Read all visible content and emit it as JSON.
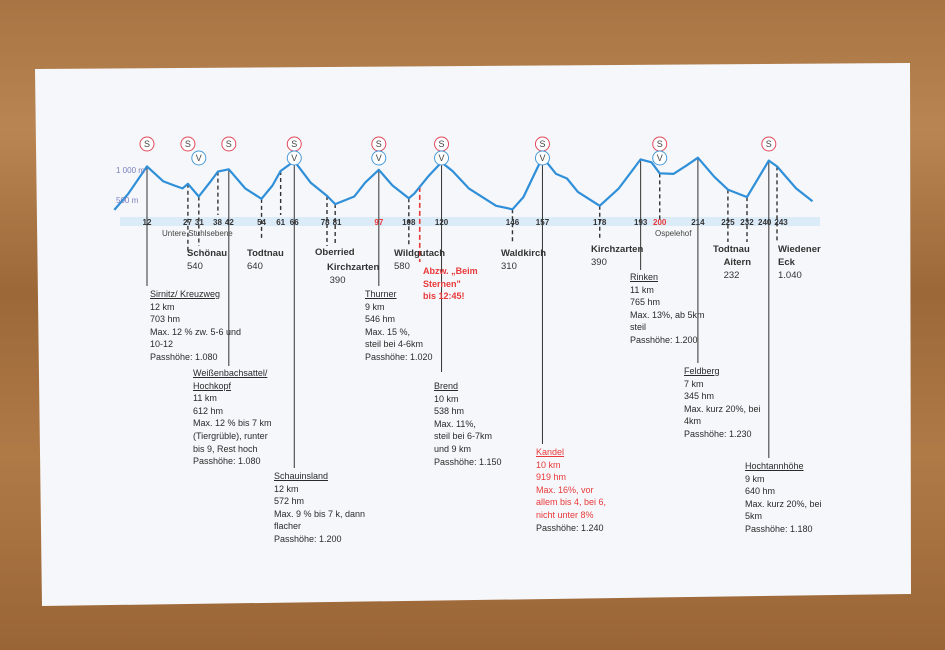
{
  "chart_data": {
    "type": "line",
    "title": "",
    "xlabel": "km",
    "ylabel": "m",
    "y_ticks": [
      {
        "value": 1000,
        "label": "1 000 m"
      },
      {
        "value": 500,
        "label": "500 m"
      }
    ],
    "grid": false,
    "line_color": "#2f8fd8",
    "profile": [
      [
        0,
        330
      ],
      [
        5,
        600
      ],
      [
        12,
        1080
      ],
      [
        18,
        820
      ],
      [
        22,
        750
      ],
      [
        25,
        700
      ],
      [
        27,
        780
      ],
      [
        31,
        560
      ],
      [
        35,
        800
      ],
      [
        38,
        990
      ],
      [
        42,
        1030
      ],
      [
        48,
        700
      ],
      [
        54,
        520
      ],
      [
        58,
        750
      ],
      [
        61,
        1000
      ],
      [
        66,
        1170
      ],
      [
        72,
        800
      ],
      [
        78,
        570
      ],
      [
        81,
        430
      ],
      [
        88,
        560
      ],
      [
        92,
        800
      ],
      [
        97,
        1020
      ],
      [
        102,
        750
      ],
      [
        108,
        530
      ],
      [
        110,
        610
      ],
      [
        115,
        900
      ],
      [
        120,
        1150
      ],
      [
        124,
        1000
      ],
      [
        130,
        700
      ],
      [
        140,
        400
      ],
      [
        146,
        340
      ],
      [
        150,
        550
      ],
      [
        157,
        1240
      ],
      [
        162,
        950
      ],
      [
        166,
        870
      ],
      [
        170,
        640
      ],
      [
        178,
        400
      ],
      [
        185,
        700
      ],
      [
        193,
        1200
      ],
      [
        197,
        1150
      ],
      [
        200,
        960
      ],
      [
        205,
        950
      ],
      [
        210,
        1100
      ],
      [
        214,
        1230
      ],
      [
        220,
        900
      ],
      [
        225,
        680
      ],
      [
        232,
        550
      ],
      [
        240,
        1180
      ],
      [
        243,
        1080
      ],
      [
        250,
        700
      ],
      [
        256,
        480
      ]
    ],
    "km_markers": [
      {
        "km": 12,
        "label": "12",
        "line": "solid"
      },
      {
        "km": 27,
        "label": "27",
        "line": "dashed"
      },
      {
        "km": 31,
        "label": "31",
        "line": "dashed"
      },
      {
        "km": 38,
        "label": "38",
        "line": "dashed"
      },
      {
        "km": 42,
        "label": "42",
        "line": "solid"
      },
      {
        "km": 54,
        "label": "54",
        "line": "dashed"
      },
      {
        "km": 61,
        "label": "61",
        "line": "dashed"
      },
      {
        "km": 66,
        "label": "66",
        "line": "solid"
      },
      {
        "km": 78,
        "label": "78",
        "line": "dashed"
      },
      {
        "km": 81,
        "label": "81",
        "line": "dashed"
      },
      {
        "km": 97,
        "label": "97",
        "line": "solid",
        "red": true
      },
      {
        "km": 108,
        "label": "108",
        "line": "dashed"
      },
      {
        "km": 120,
        "label": "120",
        "line": "solid"
      },
      {
        "km": 146,
        "label": "146",
        "line": "dashed"
      },
      {
        "km": 157,
        "label": "157",
        "line": "solid"
      },
      {
        "km": 178,
        "label": "178",
        "line": "dashed"
      },
      {
        "km": 193,
        "label": "193",
        "line": "solid"
      },
      {
        "km": 200,
        "label": "200",
        "line": "dashed",
        "red": true
      },
      {
        "km": 214,
        "label": "214",
        "line": "solid"
      },
      {
        "km": 225,
        "label": "225",
        "line": "dashed"
      },
      {
        "km": 232,
        "label": "232",
        "line": "dashed"
      },
      {
        "km": 240,
        "label": "240",
        "line": "solid"
      },
      {
        "km": 243,
        "label": "243",
        "line": "dashed"
      }
    ],
    "s_markers": [
      12,
      27,
      42,
      66,
      97,
      120,
      157,
      200,
      240
    ],
    "v_markers": [
      31,
      66,
      97,
      120,
      157,
      200
    ],
    "s_label": "S",
    "v_label": "V",
    "s_color": "#e04a5a",
    "v_color": "#4a9ad8",
    "branch_km": 112
  },
  "notes": {
    "stuhlsebene": "Untere Stuhlsebene",
    "ospelehof": "Ospelehof",
    "abzw": [
      "Abzw. „Beim",
      "Sternen\"",
      "bis 12:45!"
    ]
  },
  "places": {
    "schoenau": {
      "name": "Schönau",
      "ele": "540"
    },
    "todtnau": {
      "name": "Todtnau",
      "ele": "640"
    },
    "oberried": {
      "name": "Oberried"
    },
    "kirch1": {
      "name": "Kirchzarten",
      "ele": "390"
    },
    "wild": {
      "name": "Wildgutach",
      "ele": "580"
    },
    "wald": {
      "name": "Waldkirch",
      "ele": "310"
    },
    "kirch2": {
      "name": "Kirchzarten",
      "ele": "390"
    },
    "aitern": {
      "name": "Todtnau",
      "name2": "Aitern",
      "ele": "232"
    },
    "wied": {
      "name": "Wiedener",
      "name2": "Eck",
      "ele": "1.040"
    }
  },
  "climbs": {
    "sirnitz": {
      "name": "Sirnitz/ Kreuzweg",
      "lines": [
        "12 km",
        "703 hm",
        "Max. 12 % zw. 5-6 und",
        "10-12",
        "Passhöhe: 1.080"
      ]
    },
    "weiss": {
      "name": "Weißenbachsattel/",
      "name2": "Hochkopf",
      "lines": [
        "11 km",
        "612 hm",
        "Max. 12 % bis 7 km",
        "(Tiergrüble), runter",
        "bis 9, Rest hoch",
        "Passhöhe: 1.080"
      ]
    },
    "schau": {
      "name": "Schauinsland",
      "lines": [
        "12 km",
        "572 hm",
        "Max. 9 % bis 7 k, dann",
        "flacher",
        "Passhöhe: 1.200"
      ]
    },
    "thurner": {
      "name": "Thurner",
      "lines": [
        "9 km",
        "546 hm",
        "Max. 15 %,",
        "steil bei  4-6km",
        "Passhöhe: 1.020"
      ]
    },
    "brend": {
      "name": "Brend",
      "lines": [
        "10 km",
        "538 hm",
        "Max. 11%,",
        "steil bei  6-7km",
        "und 9 km",
        "Passhöhe: 1.150"
      ]
    },
    "kandel": {
      "name": "Kandel",
      "lines": [
        "10 km",
        "919 hm",
        "Max. 16%, vor",
        "allem bis 4, bei 6,",
        "nicht unter 8%"
      ],
      "last": "Passhöhe: 1.240"
    },
    "rinken": {
      "name": "Rinken",
      "lines": [
        "11 km",
        "765 hm",
        "Max. 13%, ab 5km",
        "steil",
        "Passhöhe: 1.200"
      ]
    },
    "feldberg": {
      "name": "Feldberg",
      "lines": [
        "7 km",
        "345 hm",
        "Max. kurz 20%, bei",
        "4km",
        "Passhöhe: 1.230"
      ]
    },
    "hocht": {
      "name": "Hochtannhöhe",
      "lines": [
        "9 km",
        "640 hm",
        "Max. kurz 20%, bei",
        "5km",
        "Passhöhe: 1.180"
      ]
    }
  }
}
